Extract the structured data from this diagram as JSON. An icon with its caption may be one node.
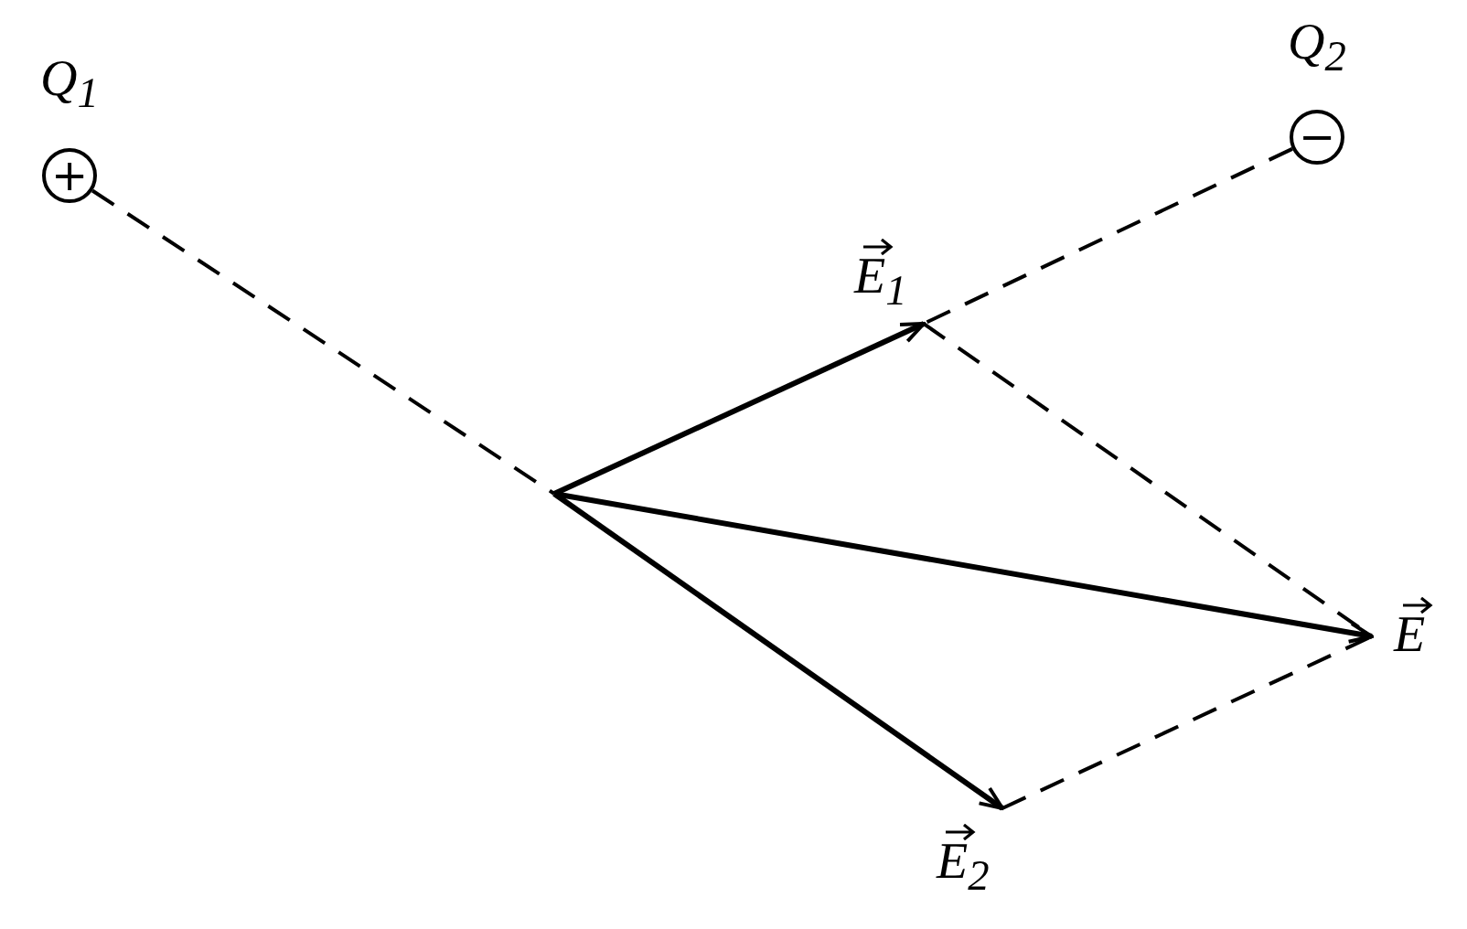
{
  "diagram": {
    "nodes": [
      {
        "text": [
          "+"
        ],
        "beside": [
          "Q$_{1}$"
        ]
      },
      {
        "text": [
          "−"
        ],
        "beside": [
          "Q$_{2}$"
        ]
      }
    ],
    "edges": [
      {
        "from": 0,
        "to": null,
        "arrow": "none",
        "style": "dashed"
      },
      {
        "from": 1,
        "to": null,
        "arrow": "none",
        "style": "dashed"
      }
    ],
    "labels": [
      "E$_{1}$",
      "E",
      "E$_{2}$"
    ]
  }
}
